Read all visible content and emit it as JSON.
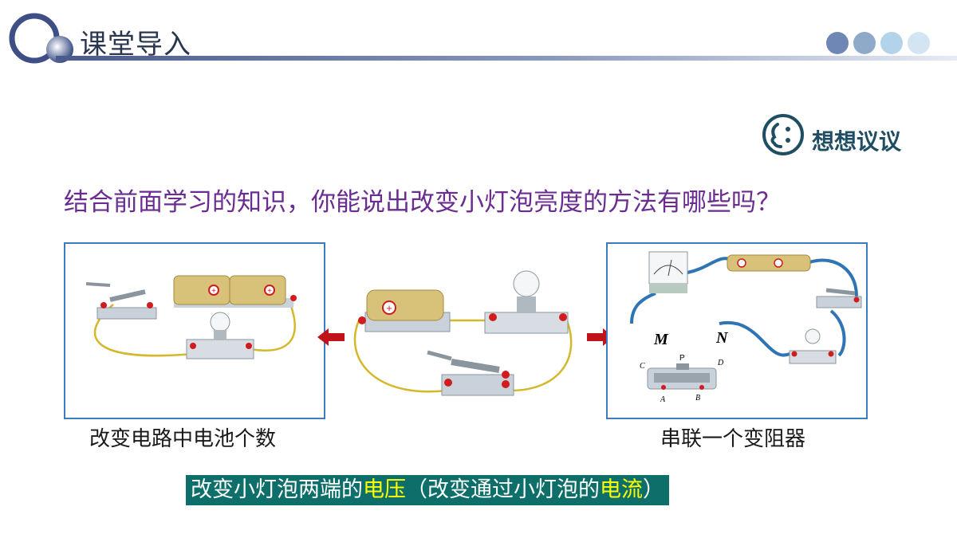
{
  "header": {
    "title": "课堂导入"
  },
  "think": {
    "label": "想想议议"
  },
  "question": "结合前面学习的知识，你能说出改变小灯泡亮度的方法有哪些吗？",
  "panels": {
    "left_caption": "改变电路中电池个数",
    "right_caption": "串联一个变阻器",
    "rheostat_labels": {
      "M": "M",
      "N": "N",
      "P": "P",
      "A": "A",
      "B": "B",
      "C": "C",
      "D": "D"
    }
  },
  "conclusion": {
    "part1": "改变小灯泡两端的",
    "hl1": "电压",
    "part2": "（改变通过小灯泡的",
    "hl2": "电流",
    "part3": "）"
  },
  "colors": {
    "header_accent": "#4a5a8c",
    "question": "#6a2c91",
    "panel_border": "#3b7cc0",
    "conclusion_bg": "#0e6f6a",
    "highlight": "#ffff00",
    "arrow": "#c0141a"
  }
}
